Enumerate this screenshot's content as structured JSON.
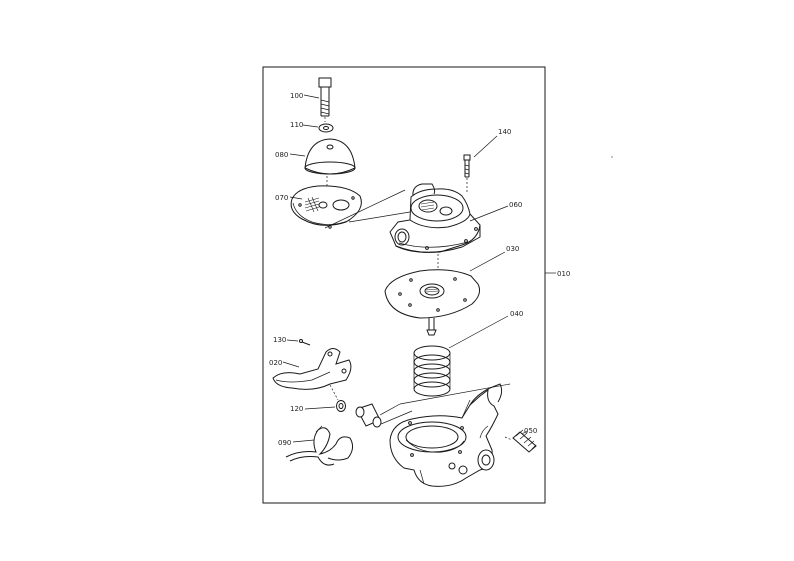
{
  "diagram": {
    "group_label": "010",
    "parts": [
      {
        "id": "p100",
        "label": "100"
      },
      {
        "id": "p110",
        "label": "110"
      },
      {
        "id": "p080",
        "label": "080"
      },
      {
        "id": "p070",
        "label": "070"
      },
      {
        "id": "p140",
        "label": "140"
      },
      {
        "id": "p060",
        "label": "060"
      },
      {
        "id": "p030",
        "label": "030"
      },
      {
        "id": "p040",
        "label": "040"
      },
      {
        "id": "p130",
        "label": "130"
      },
      {
        "id": "p020",
        "label": "020"
      },
      {
        "id": "p120",
        "label": "120"
      },
      {
        "id": "p090",
        "label": "090"
      },
      {
        "id": "p050",
        "label": "050"
      }
    ]
  }
}
